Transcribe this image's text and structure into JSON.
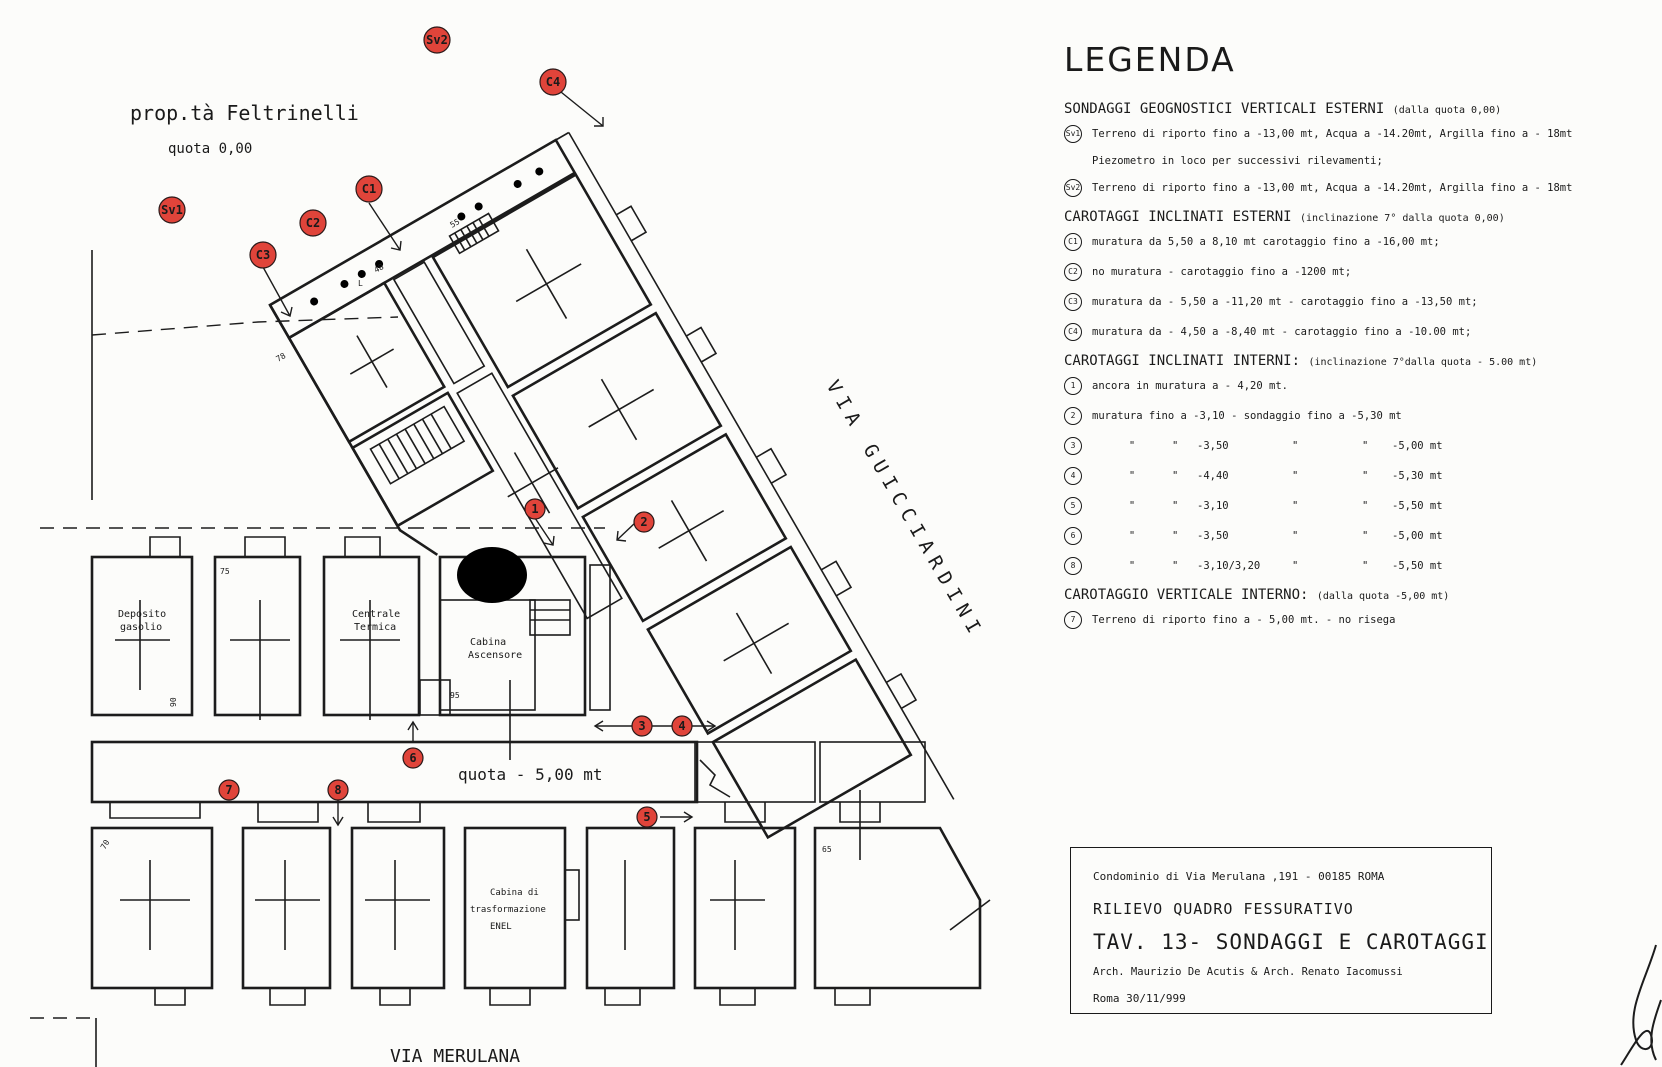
{
  "plan": {
    "property_label": "prop.tà Feltrinelli",
    "property_level": "quota 0,00",
    "street_side": "VIA GUICCIARDINI",
    "street_bottom": "VIA MERULANA",
    "courtyard_level": "quota - 5,00 mt",
    "rooms": {
      "deposito": [
        "Deposito",
        "gasolio"
      ],
      "centrale": [
        "Centrale",
        "Termica"
      ],
      "cabina_asc": [
        "Cabina",
        "Ascensore"
      ],
      "cabina_enel": [
        "Cabina di",
        "trasformazione",
        "ENEL"
      ]
    },
    "dims": [
      "55",
      "48",
      "78",
      "75",
      "90",
      "95",
      "70",
      "65",
      "L"
    ],
    "markers": [
      "Sv1",
      "Sv2",
      "C1",
      "C2",
      "C3",
      "C4",
      "1",
      "2",
      "3",
      "4",
      "5",
      "6",
      "7",
      "8"
    ]
  },
  "legend": {
    "title": "LEGENDA",
    "sec1": {
      "title": "SONDAGGI GEOGNOSTICI VERTICALI ESTERNI",
      "note": "(dalla quota 0,00)"
    },
    "sv1_sym": "Sv1",
    "sv1": "Terreno di riporto fino a -13,00 mt, Acqua a -14.20mt, Argilla fino a - 18mt",
    "sv1b": "Piezometro in loco per successivi rilevamenti;",
    "sv2_sym": "Sv2",
    "sv2": "Terreno di riporto fino a -13,00 mt, Acqua a -14.20mt, Argilla fino a - 18mt",
    "sec2": {
      "title": "CAROTAGGI INCLINATI ESTERNI",
      "note": "(inclinazione 7° dalla quota 0,00)"
    },
    "c1_sym": "C1",
    "c1": "muratura da 5,50 a 8,10 mt carotaggio fino a -16,00 mt;",
    "c2_sym": "C2",
    "c2": "no muratura -  carotaggio fino a -1200 mt;",
    "c3_sym": "C3",
    "c3": "muratura da - 5,50 a -11,20 mt - carotaggio fino a -13,50 mt;",
    "c4_sym": "C4",
    "c4": "muratura da - 4,50 a -8,40 mt - carotaggio fino a -10.00 mt;",
    "sec3": {
      "title": "CAROTAGGI INCLINATI INTERNI:",
      "note": "(inclinazione 7°dalla quota - 5.00 mt)"
    },
    "i1": "ancora in muratura a - 4,20 mt.",
    "i2": "muratura fino a -3,10 - sondaggio fino a -5,30 mt",
    "i_rows": [
      {
        "n": "3",
        "a": "-3,50",
        "b": "-5,00 mt"
      },
      {
        "n": "4",
        "a": "-4,40",
        "b": "-5,30 mt"
      },
      {
        "n": "5",
        "a": "-3,10",
        "b": "-5,50 mt"
      },
      {
        "n": "6",
        "a": "-3,50",
        "b": "-5,00 mt"
      },
      {
        "n": "8",
        "a": "-3,10/3,20",
        "b": "-5,50 mt"
      }
    ],
    "ditto": "\"",
    "sec4": {
      "title": "CAROTAGGIO VERTICALE INTERNO:",
      "note": "(dalla quota -5,00 mt)"
    },
    "v7_sym": "7",
    "v7": "Terreno di riporto fino a - 5,00 mt. - no risega"
  },
  "titleblock": {
    "line1": "Condominio di Via Merulana ,191 - 00185 ROMA",
    "line2": "RILIEVO QUADRO FESSURATIVO",
    "line3": "TAV. 13- SONDAGGI E CAROTAGGI",
    "line4": "Arch. Maurizio De Acutis & Arch. Renato Iacomussi",
    "line5": "Roma 30/11/999"
  },
  "colors": {
    "marker": "#e0443a",
    "ink": "#1c1c1c",
    "paper": "#fcfcfa"
  }
}
